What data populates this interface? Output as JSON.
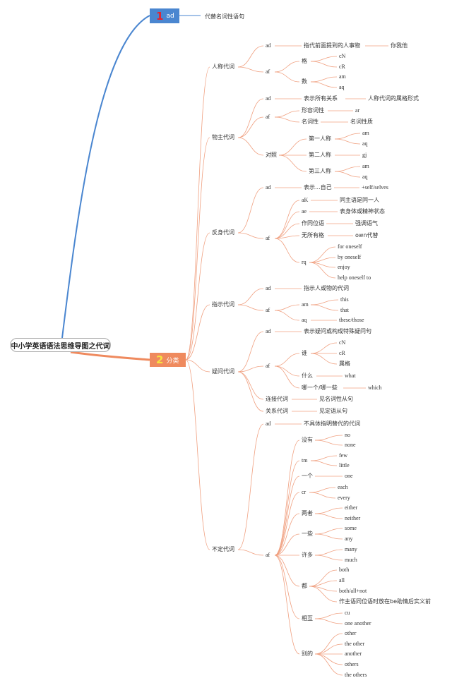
{
  "root": "中小学英语语法思维导图之代词",
  "section1": {
    "number": "1",
    "label": "ad",
    "desc": "代替名词性语句"
  },
  "section2": {
    "number": "2",
    "label": "分类"
  },
  "labels": {
    "n01": "人称代词",
    "n02": "ad",
    "n03": "指代前面提到的人事物",
    "n04": "你我他",
    "n05": "af",
    "n06": "格",
    "n07": "cN",
    "n08": "cR",
    "n09": "数",
    "n10": "am",
    "n11": "aq",
    "n12": "物主代词",
    "n13": "ad",
    "n14": "表示所有关系",
    "n15": "人称代词的属格形式",
    "n16": "af",
    "n17": "形容词性",
    "n18": "ar",
    "n19": "名词性",
    "n20": "名词性质",
    "n21": "对照",
    "n22": "第一人称",
    "n23": "am",
    "n24": "aq",
    "n25": "第二人称",
    "n26": "gj",
    "n27": "第三人称",
    "n28": "am",
    "n29": "aq",
    "n30": "反身代词",
    "n31": "ad",
    "n32": "表示...自己",
    "n33": "+self/selves",
    "n34": "af",
    "n35": "aK",
    "n36": "同主语是同一人",
    "n37": "ae",
    "n38": "表身体或精神状态",
    "n39": "作同位语",
    "n40": "强调语气",
    "n41": "无所有格",
    "n42": "own代替",
    "n43": "rq",
    "n44": "for oneself",
    "n45": "by oneself",
    "n46": "enjoy",
    "n47": "help oneself to",
    "n48": "指示代词",
    "n49": "ad",
    "n50": "指示人或物的代词",
    "n51": "af",
    "n52": "am",
    "n53": "this",
    "n54": "that",
    "n55": "aq",
    "n56": "these/those",
    "n57": "疑问代词",
    "n58": "ad",
    "n59": "表示疑问或构成特殊疑问句",
    "n60": "af",
    "n61": "谁",
    "n62": "cN",
    "n63": "cR",
    "n64": "属格",
    "n65": "什么",
    "n66": "what",
    "n67": "哪一个/哪一些",
    "n68": "which",
    "n69": "连接代词",
    "n70": "见名词性从句",
    "n71": "关系代词",
    "n72": "见定语从句",
    "n73": "不定代词",
    "n74": "ad",
    "n75": "不具体指明替代的代词",
    "n76": "af",
    "n77": "没有",
    "n78": "no",
    "n79": "none",
    "n80": "tm",
    "n81": "few",
    "n82": "little",
    "n83": "一个",
    "n84": "one",
    "n85": "cr",
    "n86": "each",
    "n87": "every",
    "n88": "两者",
    "n89": "either",
    "n90": "neither",
    "n91": "一些",
    "n92": "some",
    "n93": "any",
    "n94": "许多",
    "n95": "many",
    "n96": "much",
    "n97": "都",
    "n98": "both",
    "n99": "all",
    "n100": "both/all+not",
    "n101": "作主语同位语时放在be助情后实义前",
    "n102": "相互",
    "n103": "cu",
    "n104": "one another",
    "n105": "别的",
    "n106": "other",
    "n107": "the other",
    "n108": "another",
    "n109": "others",
    "n110": "the others"
  }
}
